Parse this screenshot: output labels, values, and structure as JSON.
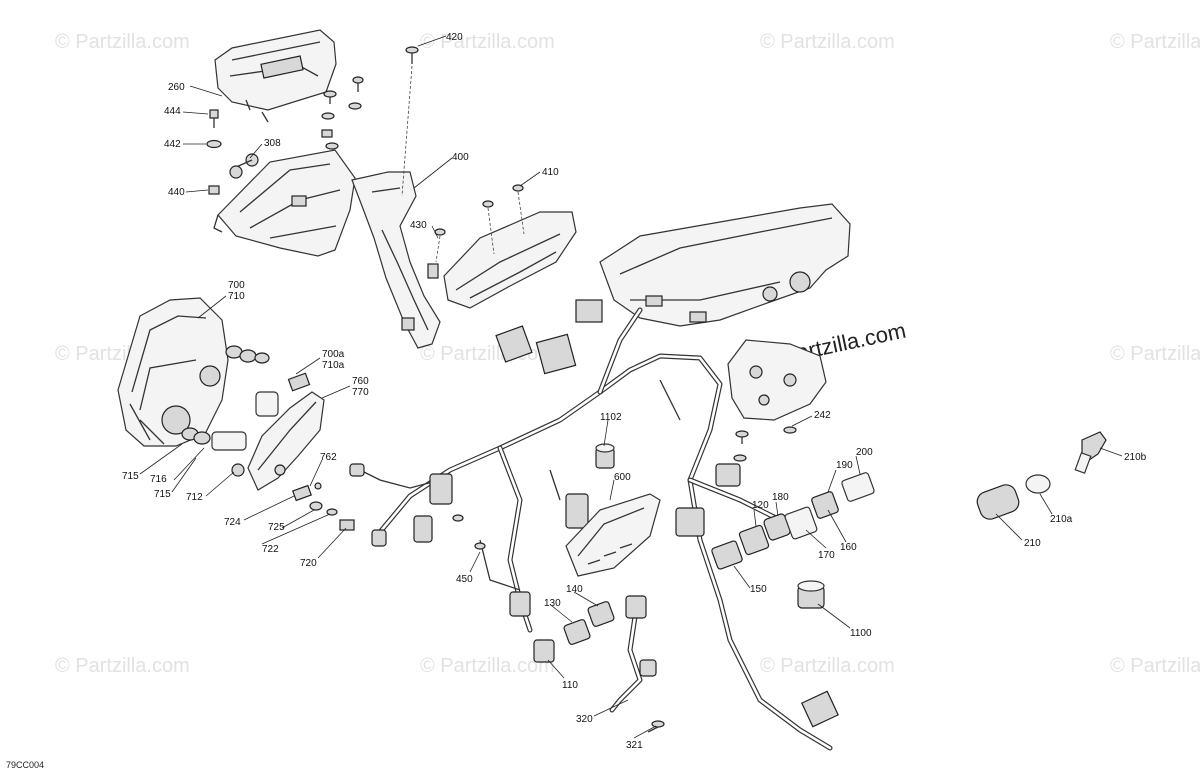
{
  "watermark": "© Partzilla.com",
  "brand_watermark": "© Partzilla.com",
  "diagram_code": "79CC004",
  "callouts": {
    "c420": "420",
    "c260": "260",
    "c444": "444",
    "c442": "442",
    "c308": "308",
    "c440": "440",
    "c400": "400",
    "c410": "410",
    "c430": "430",
    "c700": "700",
    "c710": "710",
    "c700a": "700a",
    "c710a": "710a",
    "c760": "760",
    "c770": "770",
    "c242": "242",
    "c1102": "1102",
    "c762": "762",
    "c715a": "715",
    "c716": "716",
    "c715b": "715",
    "c712": "712",
    "c724": "724",
    "c725": "725",
    "c722": "722",
    "c720": "720",
    "c600": "600",
    "c200": "200",
    "c190": "190",
    "c180": "180",
    "c120": "120",
    "c170": "170",
    "c160": "160",
    "c150": "150",
    "c450": "450",
    "c140": "140",
    "c130": "130",
    "c110": "110",
    "c1100": "1100",
    "c320": "320",
    "c321": "321",
    "c210b": "210b",
    "c210a": "210a",
    "c210": "210"
  }
}
